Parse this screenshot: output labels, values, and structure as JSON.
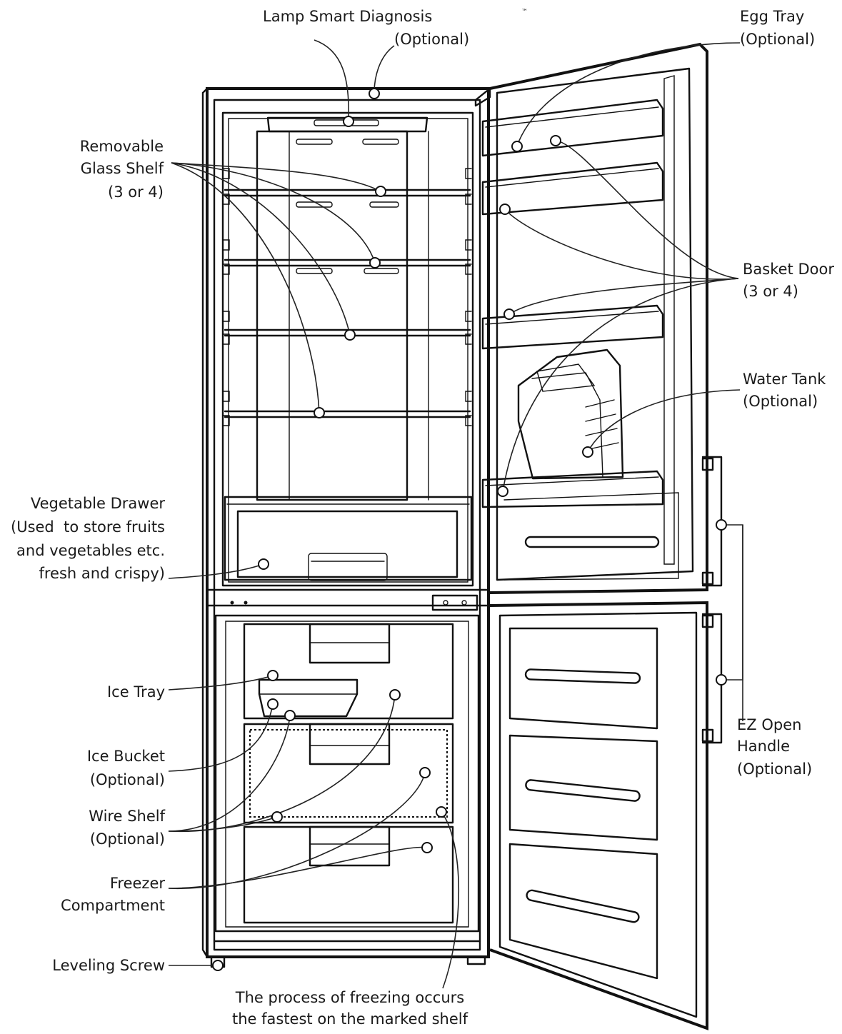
{
  "labels": {
    "lamp": "Lamp Smart Diagnosis",
    "lamp_optional": "(Optional)",
    "trademark": "™",
    "egg_tray": "Egg Tray",
    "egg_tray_optional": "(Optional)",
    "glass_shelf_1": "Removable",
    "glass_shelf_2": "Glass Shelf",
    "glass_shelf_3": "(3 or 4)",
    "basket_door_1": "Basket Door",
    "basket_door_2": "(3 or 4)",
    "water_tank_1": "Water Tank",
    "water_tank_2": "(Optional)",
    "veg_1": "Vegetable Drawer",
    "veg_2": "(Used  to store fruits",
    "veg_3": "and vegetables etc.",
    "veg_4": "fresh and crispy)",
    "ice_tray": "Ice Tray",
    "ice_bucket_1": "Ice Bucket",
    "ice_bucket_2": "(Optional)",
    "wire_shelf_1": "Wire Shelf",
    "wire_shelf_2": "(Optional)",
    "freezer_1": "Freezer",
    "freezer_2": "Compartment",
    "ez_1": "EZ Open",
    "ez_2": "Handle",
    "ez_3": "(Optional)",
    "leveling": "Leveling Screw",
    "process_1": "The process of freezing occurs",
    "process_2": "the fastest on the marked shelf"
  }
}
